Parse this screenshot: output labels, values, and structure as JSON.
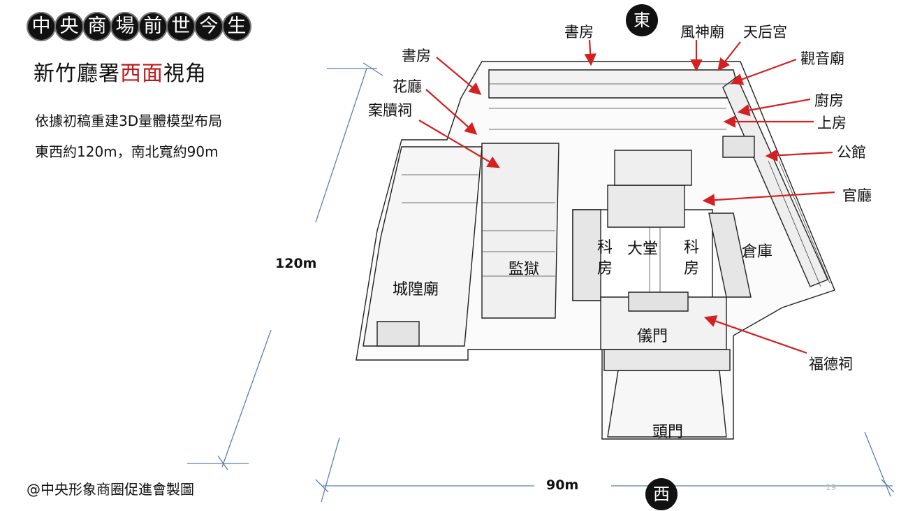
{
  "title": {
    "chars": [
      "中",
      "央",
      "商",
      "場",
      "前",
      "世",
      "今",
      "生"
    ]
  },
  "subtitle": {
    "prefix": "新竹廳署",
    "highlight": "西面",
    "suffix": "視角"
  },
  "description": [
    "依據初稿重建3D量體模型布局",
    "東西約120m，南北寬約90m"
  ],
  "dimensions": {
    "left": "120m",
    "bottom": "90m"
  },
  "compass": {
    "top": "東",
    "bottom": "西"
  },
  "labels": {
    "shufang_left": "書房",
    "huating": "花廳",
    "andu": "案牘祠",
    "shufang_top": "書房",
    "fengshen": "風神廟",
    "tianhou": "天后宮",
    "guanyin": "觀音廟",
    "chufang": "廚房",
    "shangfang": "上房",
    "gongguan": "公館",
    "guanting": "官廳",
    "fudeci": "福德祠"
  },
  "building_labels": {
    "chenghuang": "城隍廟",
    "jianyu": "監獄",
    "ke_left": "科房",
    "datang": "大堂",
    "ke_right": "科房",
    "cangku": "倉庫",
    "yimen": "儀門",
    "toumen": "頭門"
  },
  "footer": "@中央形象商圈促進會製圖",
  "page_number": "19",
  "colors": {
    "arrow": "#d42020",
    "dimension_line": "#5a7fb5",
    "highlight": "#c01818"
  }
}
